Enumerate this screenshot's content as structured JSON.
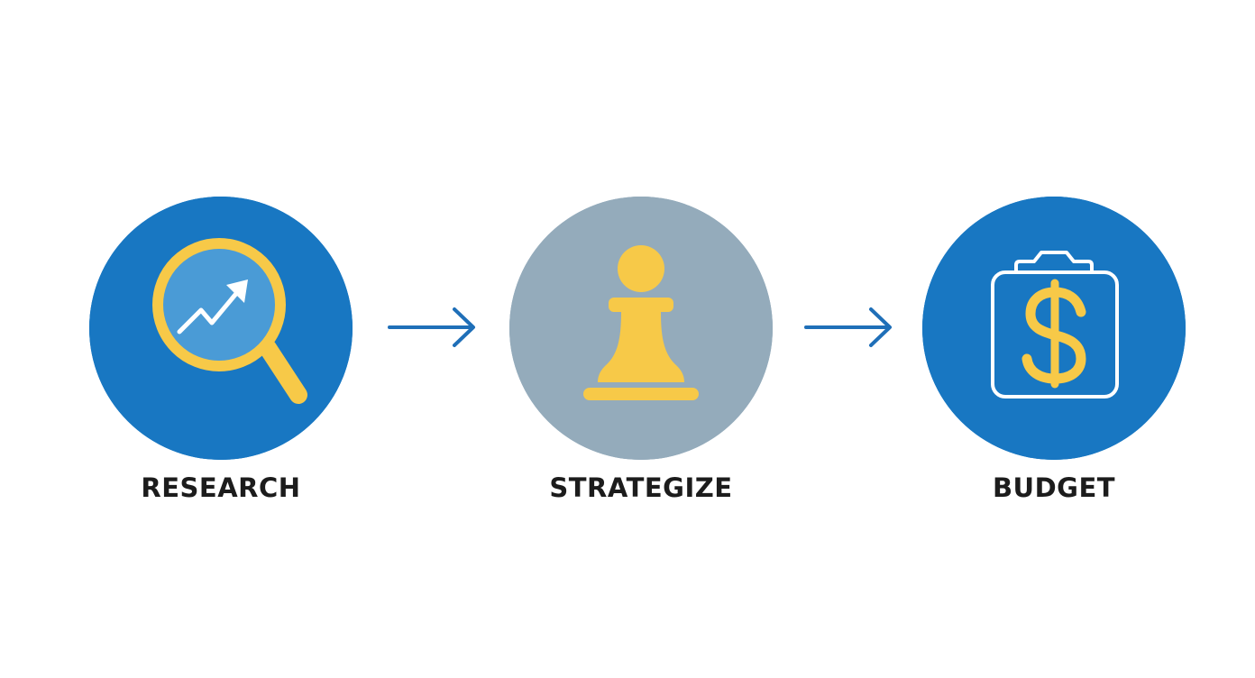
{
  "steps": [
    {
      "label": "RESEARCH",
      "icon": "magnifier-trend-icon",
      "circle_color": "#1877c2"
    },
    {
      "label": "STRATEGIZE",
      "icon": "chess-pawn-icon",
      "circle_color": "#94abbb"
    },
    {
      "label": "BUDGET",
      "icon": "dollar-bag-icon",
      "circle_color": "#1877c2"
    }
  ],
  "colors": {
    "accent_blue": "#1877c2",
    "muted_blue": "#94abbb",
    "icon_yellow": "#f7c948",
    "arrow_blue": "#1f6fb8",
    "label_text": "#1c1c1c"
  }
}
